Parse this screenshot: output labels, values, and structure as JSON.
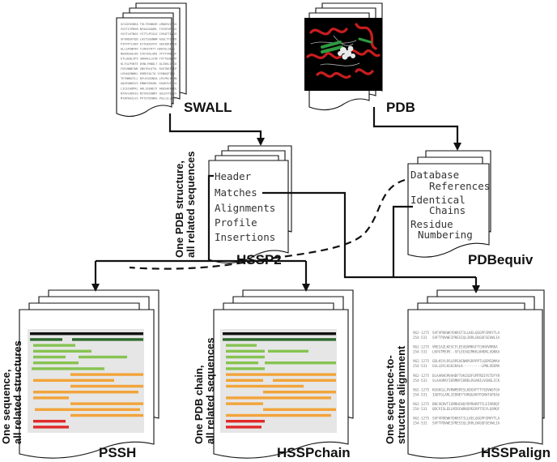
{
  "colors": {
    "ink": "#111111",
    "page": "#ffffff",
    "panel_bg": "#e6e6e6",
    "bar_dark": "#111111",
    "bar_darkgreen": "#2e6b2e",
    "bar_green": "#86c350",
    "bar_orange": "#f2a43a",
    "bar_red": "#e02a2a",
    "protein_bg": "#000000",
    "helix_red": "#c81e1e",
    "strand_green": "#2f9a40",
    "ligand_white": "#e8e8e8"
  },
  "nodes": {
    "swall": {
      "label": "SWALL",
      "sequence_lines": [
        "GCVQCKVNKA TRLTEKNDGR LMQDSVVRSG",
        "VVSTIIPNVN NFAAGGQQRL TVVSEVMKSS",
        "VVSTLKTNGS YSTTLPIGLD IVEAFTEVGG",
        "GFVNEEKTQD LASTSGGNWN ASGLTYSRTD",
        "PIPVFTLGNV KITGEKSVVV GEKIDKEAED",
        "QLLSPGNFNV TLRKEYRTT HDAYELGKVG",
        "NGEMGGGLNV SYKTEKLGMI VTVTTANGQF",
        "ETLQGQLVPV GKRAKLLGTW TVTTGGWSMP",
        "KLTGLPVNTE DVNLYRNDLT QLIKKLGMSD",
        "FGEVNNDTWK GNVYRLKTVL RVGTNSPSIP",
        "LEKAQVNWKL KHDRIQLTA VVSNAQFIIV",
        "TETNNKGTLL DFLKGGGNSA LPLPKLVNMN",
        "AQGEQNHSVS EMWHYDKGDL KGARIVSDKG",
        "LICEIADPKL ARLIEEWEIY ARQSAKPYIE",
        "NTAVLKKAIG NIYHGCDWRT QSLEVTESVV",
        "MTAPAAILVS PPTSTDVWKG PGLLSLLTVF"
      ]
    },
    "pdb": {
      "label": "PDB"
    },
    "hssp2": {
      "label": "HSSP2",
      "fields": [
        "Header",
        "Matches",
        "Alignments",
        "Profile",
        "Insertions"
      ],
      "side_label_lines": [
        "One PDB structure,",
        "all related sequences"
      ]
    },
    "pdbequiv": {
      "label": "PDBequiv",
      "fields": [
        "Database",
        "References",
        "Identical",
        "Chains",
        "Residue",
        "Numbering"
      ]
    },
    "pssh": {
      "label": "PSSH",
      "side_label_lines": [
        "One sequence,",
        "all related structures"
      ]
    },
    "hsspchain": {
      "label": "HSSPchain",
      "side_label_lines": [
        "One PDB chain,",
        "all related sequences"
      ]
    },
    "hsspalign": {
      "label": "HSSPalign",
      "side_label_lines": [
        "One sequence-to-",
        "structure alignment"
      ],
      "alignment_blocks": [
        {
          "q_range": "962-1275",
          "s_range": "254-531",
          "q_seq": "SVFVPDEWKYDKKSTILLKELQGGPFGMVYTLA",
          "s_seq": "SVFTPDVWEIPRESIQLIKRLGKGQFGEVWLIA"
        },
        {
          "q_range": "962-1275",
          "s_range": "254-531",
          "q_seq": "VREIAZLKESCFLEEADVMKGFTCHHVVRRKA",
          "s_seq": "LKPGTMSPE--SFLEEAQIMKKLKHDKLVQKKA"
        },
        {
          "q_range": "962-1275",
          "s_range": "254-531",
          "q_seq": "GDLKSYLRSLRPEAENNPGRPPPTLQEMIQMAA",
          "s_seq": "GSLLDFLKGEGRALK---------LPNLVDEMA"
        },
        {
          "q_range": "962-1275",
          "s_range": "254-531",
          "q_seq": "DLAARHCMVAHDFTVKIGDFGMTRDIYETDYYR",
          "s_seq": "SLAAGMAYIERMNYIHRDLRSANILVGNGLICK"
        },
        {
          "q_range": "962-1275",
          "s_range": "254-531",
          "q_seq": "KGGKGLLPVRWMSPESLKDGVFTTYSDVWSFGV",
          "s_seq": "IADFGLARLIEDNEYTARQGAKFPIKWTAPEAA"
        },
        {
          "q_range": "962-1275",
          "s_range": "254-531",
          "q_seq": "DNCVERVTIGMRHCWQYRPRHRPTFLEIVRRQF",
          "s_seq": "QDCPISLEELMIRCWRKDPEERPTFEYLQSMQF"
        },
        {
          "q_range": "962-1275",
          "s_range": "254-531",
          "q_seq": "SVFVPDEWKYDKKSTILLKELQGGPFGMVYTLA",
          "s_seq": "SVFTPDVWEIPRESIQLIKRLGKGQFGEVWLIA"
        }
      ]
    }
  }
}
